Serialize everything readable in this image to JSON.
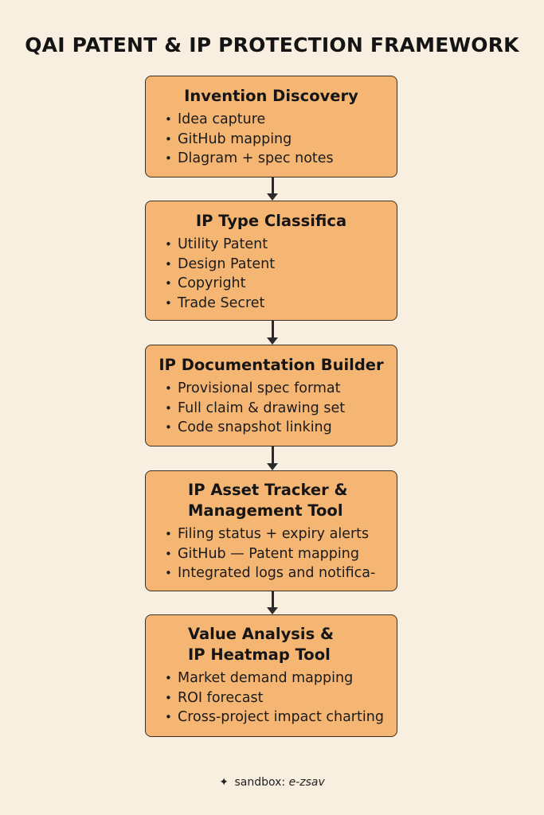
{
  "title": "QAI PATENT & IP PROTECTION FRAMEWORK",
  "steps": [
    {
      "title": "Invention Discovery",
      "items": [
        "Idea capture",
        "GitHub mapping",
        "Dlagram + spec notes"
      ]
    },
    {
      "title": "IP Type Classifica",
      "items": [
        "Utility Patent",
        "Design Patent",
        "Copyright",
        "Trade Secret"
      ]
    },
    {
      "title": "IP Documentation Builder",
      "items": [
        "Provisional spec format",
        "Full claim & drawing set",
        "Code snapshot linking"
      ]
    },
    {
      "title_line1": "IP Asset Tracker &",
      "title_line2": "Management Tool",
      "items": [
        "Filing status + expiry alerts",
        "GitHub — Patent mapping",
        "Integrated logs and notifica-"
      ]
    },
    {
      "title_line1": "Value Analysis &",
      "title_line2": "IP Heatmap Tool",
      "items": [
        "Market demand mapping",
        "ROI forecast",
        "Cross-project impact charting"
      ]
    }
  ],
  "footer": {
    "icon": "sparkle-icon",
    "label": "sandbox:",
    "tag": "e-zsav"
  }
}
